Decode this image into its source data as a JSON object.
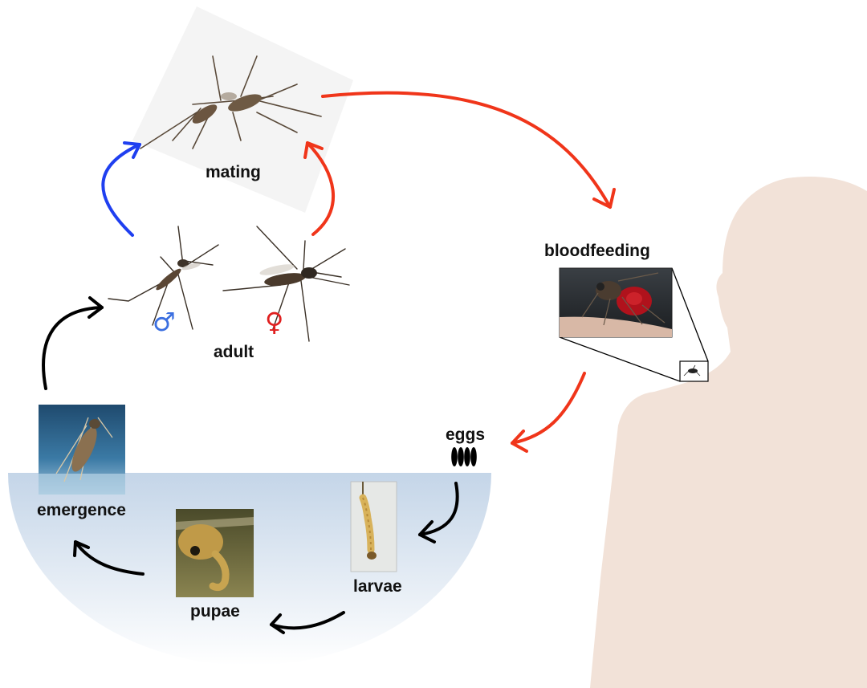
{
  "labels": {
    "mating": "mating",
    "bloodfeeding": "bloodfeeding",
    "adult": "adult",
    "eggs": "eggs",
    "larvae": "larvae",
    "pupae": "pupae",
    "emergence": "emergence"
  },
  "symbols": {
    "male": "♂",
    "female": "♀"
  },
  "colors": {
    "male_arrow": "#1f3ff0",
    "female_arrow": "#f0351a",
    "cycle_arrow": "#000000",
    "male_symbol": "#3b6fe0",
    "female_symbol": "#e02020",
    "water_top": "#c4d5e8",
    "water_bottom": "#ffffff",
    "human_silhouette": "#f2e2d8"
  }
}
